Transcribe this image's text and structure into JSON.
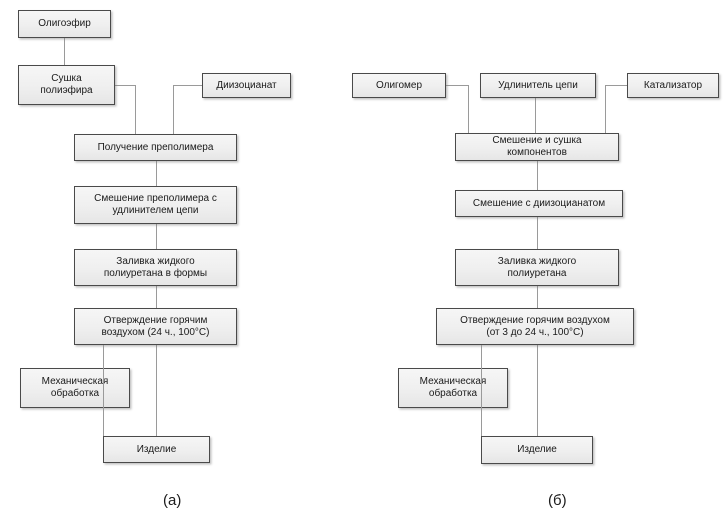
{
  "figure": {
    "panels": [
      {
        "id": "a",
        "caption": "(а)",
        "nodes": {
          "oligoether": "Олигоэфир",
          "drying": "Сушка\nполиэфира",
          "diisocyanate": "Диизоцианат",
          "prepolymer": "Получение преполимера",
          "mixing_extender": "Смешение преполимера с\nудлинителем цепи",
          "casting": "Заливка жидкого\nполиуретана в формы",
          "curing": "Отверждение горячим\nвоздухом (24 ч., 100°С)",
          "machining": "Механическая\nобработка",
          "product": "Изделие"
        }
      },
      {
        "id": "b",
        "caption": "(б)",
        "nodes": {
          "oligomer": "Олигомер",
          "chain_extender": "Удлинитель цепи",
          "catalyst": "Катализатор",
          "mixing_drying": "Смешение и сушка\nкомпонентов",
          "mixing_diisocyanate": "Смешение с диизоцианатом",
          "casting": "Заливка жидкого\nполиуретана",
          "curing": "Отверждение горячим воздухом\n(от 3 до 24 ч., 100°С)",
          "machining": "Механическая\nобработка",
          "product": "Изделие"
        }
      }
    ]
  },
  "style": {
    "box_border": "#4a4a4a",
    "box_fill_top": "#f6f6f6",
    "box_fill_bottom": "#e6e6e6",
    "connector": "#9a9a9a",
    "text": "#1a1a1a",
    "background": "#ffffff"
  }
}
